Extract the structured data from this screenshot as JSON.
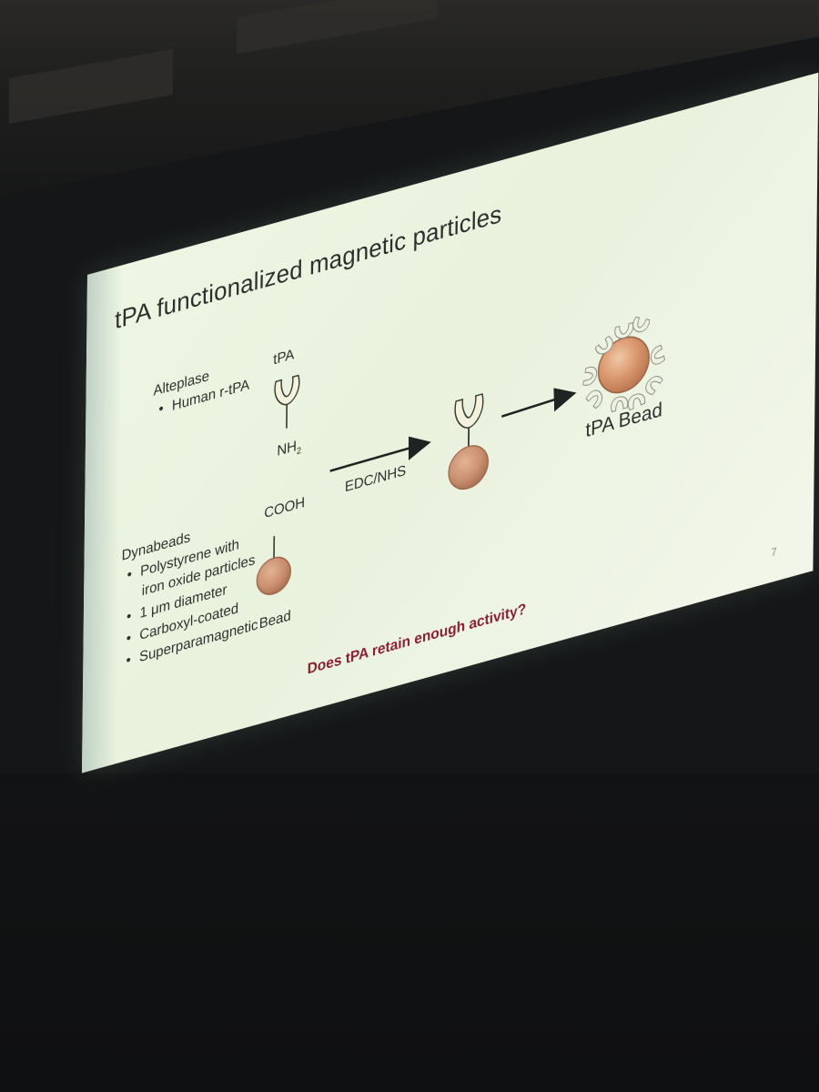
{
  "slide": {
    "title": "tPA functionalized magnetic particles",
    "alteplase": {
      "heading": "Alteplase",
      "bullets": [
        "Human r-tPA"
      ]
    },
    "dynabeads": {
      "heading": "Dynabeads",
      "bullets": [
        "Polystyrene with",
        "iron oxide particles",
        "1 μm diameter",
        "Carboxyl-coated",
        "Superparamagnetic"
      ]
    },
    "labels": {
      "tpa": "tPA",
      "nh2_main": "NH",
      "nh2_sub": "2",
      "cooh": "COOH",
      "bead": "Bead",
      "reagent": "EDC/NHS",
      "result": "tPA Bead"
    },
    "question": "Does tPA retain enough activity?",
    "page_number": "7"
  },
  "colors": {
    "slide_bg": "#ecf4e1",
    "bead_fill": "#c98f6f",
    "bead_edge": "#9a6548",
    "question_text": "#8b2234",
    "receptor_fill": "#f4f2dc"
  },
  "icons": [
    "receptor-icon",
    "bead-icon",
    "arrow-icon",
    "functionalized-bead-icon"
  ]
}
